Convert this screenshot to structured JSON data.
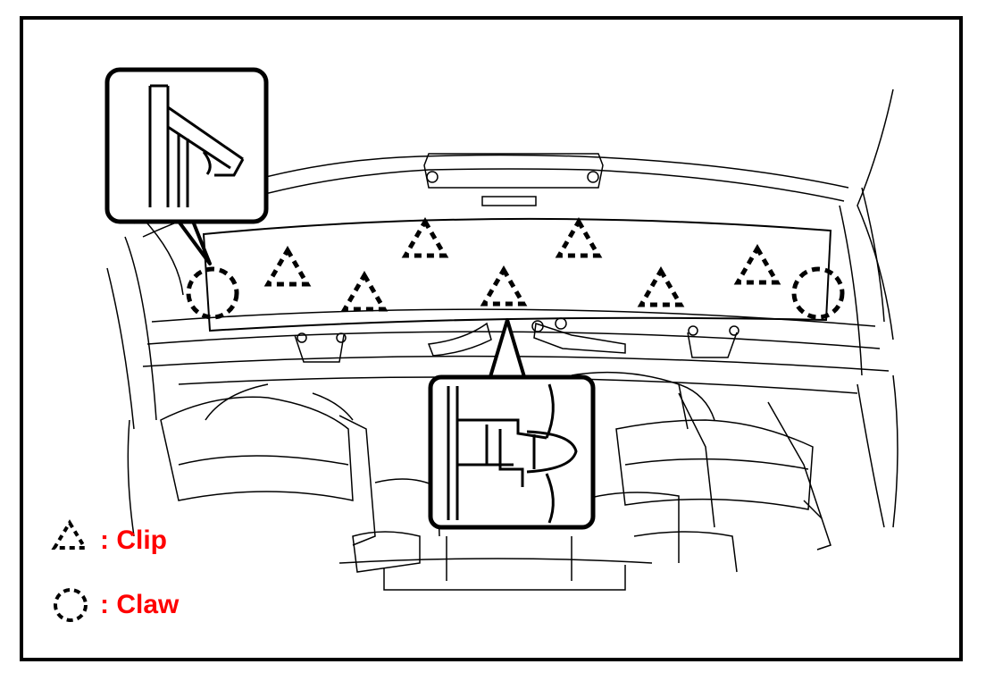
{
  "legend": {
    "color": "#ff0000",
    "items": [
      {
        "symbol": "triangle",
        "separator": ":",
        "label": "Clip"
      },
      {
        "symbol": "circle",
        "separator": ":",
        "label": "Claw"
      }
    ]
  }
}
